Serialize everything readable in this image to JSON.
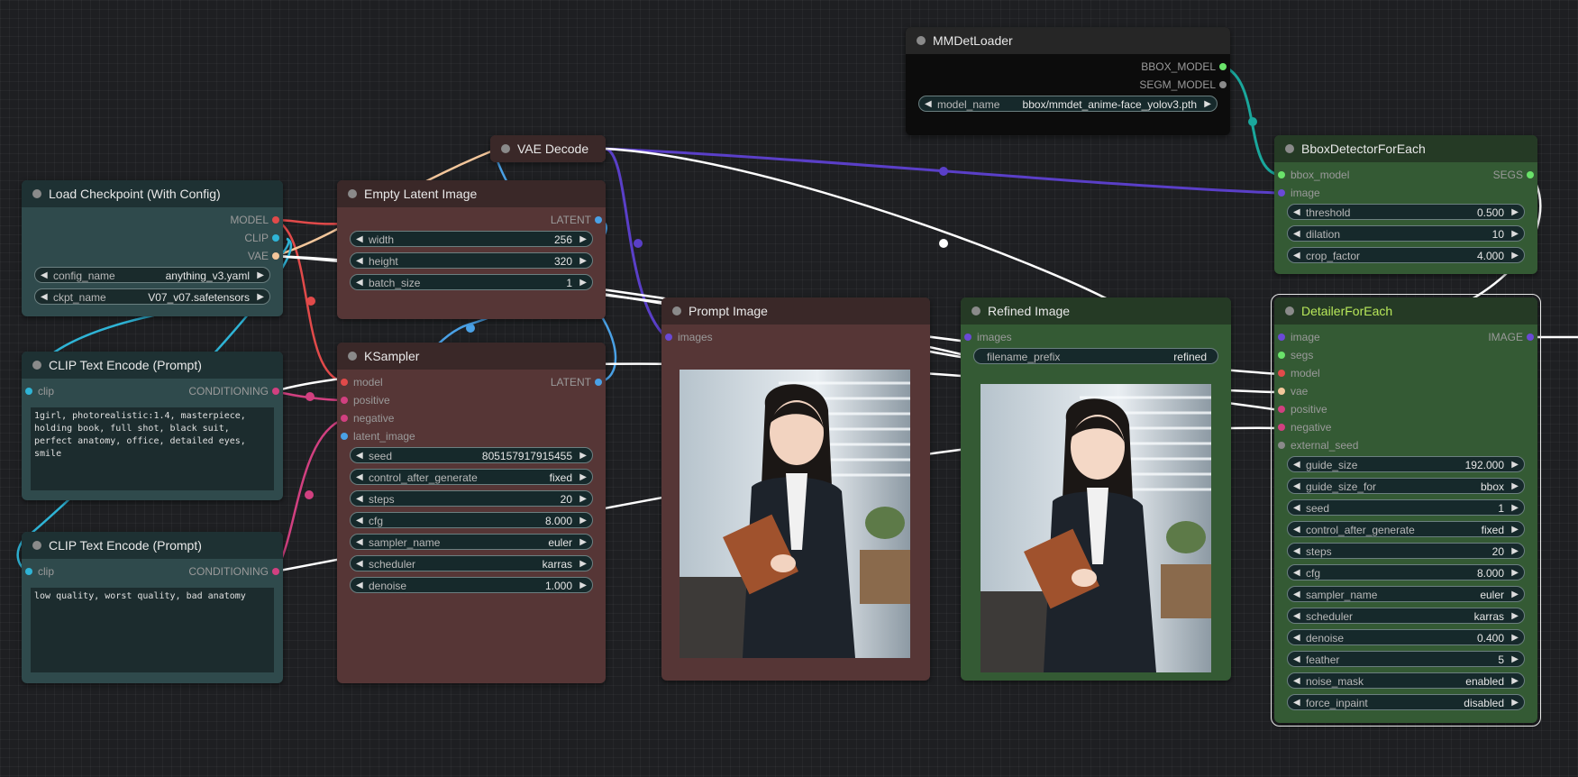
{
  "colors": {
    "model": "#e14a4a",
    "clip": "#2fb4d6",
    "vae": "#f3c69b",
    "latent": "#4aa1e6",
    "conditioning": "#d14080",
    "image": "#6a49d6",
    "bbox": "#6ae36a",
    "segs": "#6ae36a",
    "link_white": "#ffffff",
    "link_teal": "#1aa79c",
    "link_purple": "#5a3fc8"
  },
  "load_checkpoint": {
    "title": "Load Checkpoint (With Config)",
    "outputs": [
      "MODEL",
      "CLIP",
      "VAE"
    ],
    "widgets": [
      {
        "label": "config_name",
        "value": "anything_v3.yaml"
      },
      {
        "label": "ckpt_name",
        "value": "V07_v07.safetensors"
      }
    ]
  },
  "clip_pos": {
    "title": "CLIP Text Encode (Prompt)",
    "input": "clip",
    "output": "CONDITIONING",
    "text": "1girl, photorealistic:1.4, masterpiece, holding book, full shot, black suit, perfect anatomy, office, detailed eyes, smile"
  },
  "clip_neg": {
    "title": "CLIP Text Encode (Prompt)",
    "input": "clip",
    "output": "CONDITIONING",
    "text": "low quality, worst quality, bad anatomy"
  },
  "empty_latent": {
    "title": "Empty Latent Image",
    "output": "LATENT",
    "widgets": [
      {
        "label": "width",
        "value": "256"
      },
      {
        "label": "height",
        "value": "320"
      },
      {
        "label": "batch_size",
        "value": "1"
      }
    ]
  },
  "vae_decode": {
    "title": "VAE Decode"
  },
  "ksampler": {
    "title": "KSampler",
    "output": "LATENT",
    "inputs": [
      "model",
      "positive",
      "negative",
      "latent_image"
    ],
    "widgets": [
      {
        "label": "seed",
        "value": "805157917915455"
      },
      {
        "label": "control_after_generate",
        "value": "fixed"
      },
      {
        "label": "steps",
        "value": "20"
      },
      {
        "label": "cfg",
        "value": "8.000"
      },
      {
        "label": "sampler_name",
        "value": "euler"
      },
      {
        "label": "scheduler",
        "value": "karras"
      },
      {
        "label": "denoise",
        "value": "1.000"
      }
    ]
  },
  "prompt_image": {
    "title": "Prompt Image",
    "input": "images"
  },
  "refined_image": {
    "title": "Refined Image",
    "input": "images",
    "widgets": [
      {
        "label": "filename_prefix",
        "value": "refined"
      }
    ]
  },
  "mmdet": {
    "title": "MMDetLoader",
    "outputs": [
      "BBOX_MODEL",
      "SEGM_MODEL"
    ],
    "widgets": [
      {
        "label": "model_name",
        "value": "bbox/mmdet_anime-face_yolov3.pth"
      }
    ]
  },
  "bbox_detector": {
    "title": "BboxDetectorForEach",
    "inputs": [
      "bbox_model",
      "image"
    ],
    "output": "SEGS",
    "widgets": [
      {
        "label": "threshold",
        "value": "0.500"
      },
      {
        "label": "dilation",
        "value": "10"
      },
      {
        "label": "crop_factor",
        "value": "4.000"
      }
    ]
  },
  "detailer": {
    "title": "DetailerForEach",
    "inputs": [
      "image",
      "segs",
      "model",
      "vae",
      "positive",
      "negative",
      "external_seed"
    ],
    "output": "IMAGE",
    "widgets": [
      {
        "label": "guide_size",
        "value": "192.000"
      },
      {
        "label": "guide_size_for",
        "value": "bbox"
      },
      {
        "label": "seed",
        "value": "1"
      },
      {
        "label": "control_after_generate",
        "value": "fixed"
      },
      {
        "label": "steps",
        "value": "20"
      },
      {
        "label": "cfg",
        "value": "8.000"
      },
      {
        "label": "sampler_name",
        "value": "euler"
      },
      {
        "label": "scheduler",
        "value": "karras"
      },
      {
        "label": "denoise",
        "value": "0.400"
      },
      {
        "label": "feather",
        "value": "5"
      },
      {
        "label": "noise_mask",
        "value": "enabled"
      },
      {
        "label": "force_inpaint",
        "value": "disabled"
      }
    ]
  }
}
